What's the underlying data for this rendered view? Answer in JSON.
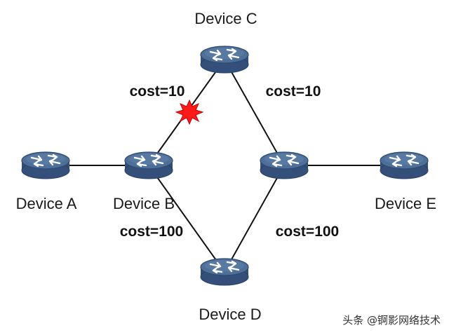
{
  "nodes": [
    {
      "id": "device-c",
      "label": "Device C"
    },
    {
      "id": "device-a",
      "label": "Device A"
    },
    {
      "id": "device-b",
      "label": "Device B"
    },
    {
      "id": "device-unlabeled",
      "label": ""
    },
    {
      "id": "device-e",
      "label": "Device E"
    },
    {
      "id": "device-d",
      "label": "Device D"
    }
  ],
  "links": [
    {
      "from": "device-a",
      "to": "device-b",
      "cost": ""
    },
    {
      "from": "device-b",
      "to": "device-c",
      "cost": "cost=10",
      "failed": true
    },
    {
      "from": "device-c",
      "to": "device-unlabeled",
      "cost": "cost=10"
    },
    {
      "from": "device-b",
      "to": "device-d",
      "cost": "cost=100"
    },
    {
      "from": "device-unlabeled",
      "to": "device-d",
      "cost": "cost=100"
    },
    {
      "from": "device-unlabeled",
      "to": "device-e",
      "cost": ""
    }
  ],
  "icons": {
    "router": "router-icon",
    "failure": "failure-burst-icon"
  },
  "colors": {
    "router_top": "#4e6f97",
    "router_side": "#34507a",
    "failure": "#ff1a1a"
  },
  "watermark": "头条 @锕影网络技术"
}
